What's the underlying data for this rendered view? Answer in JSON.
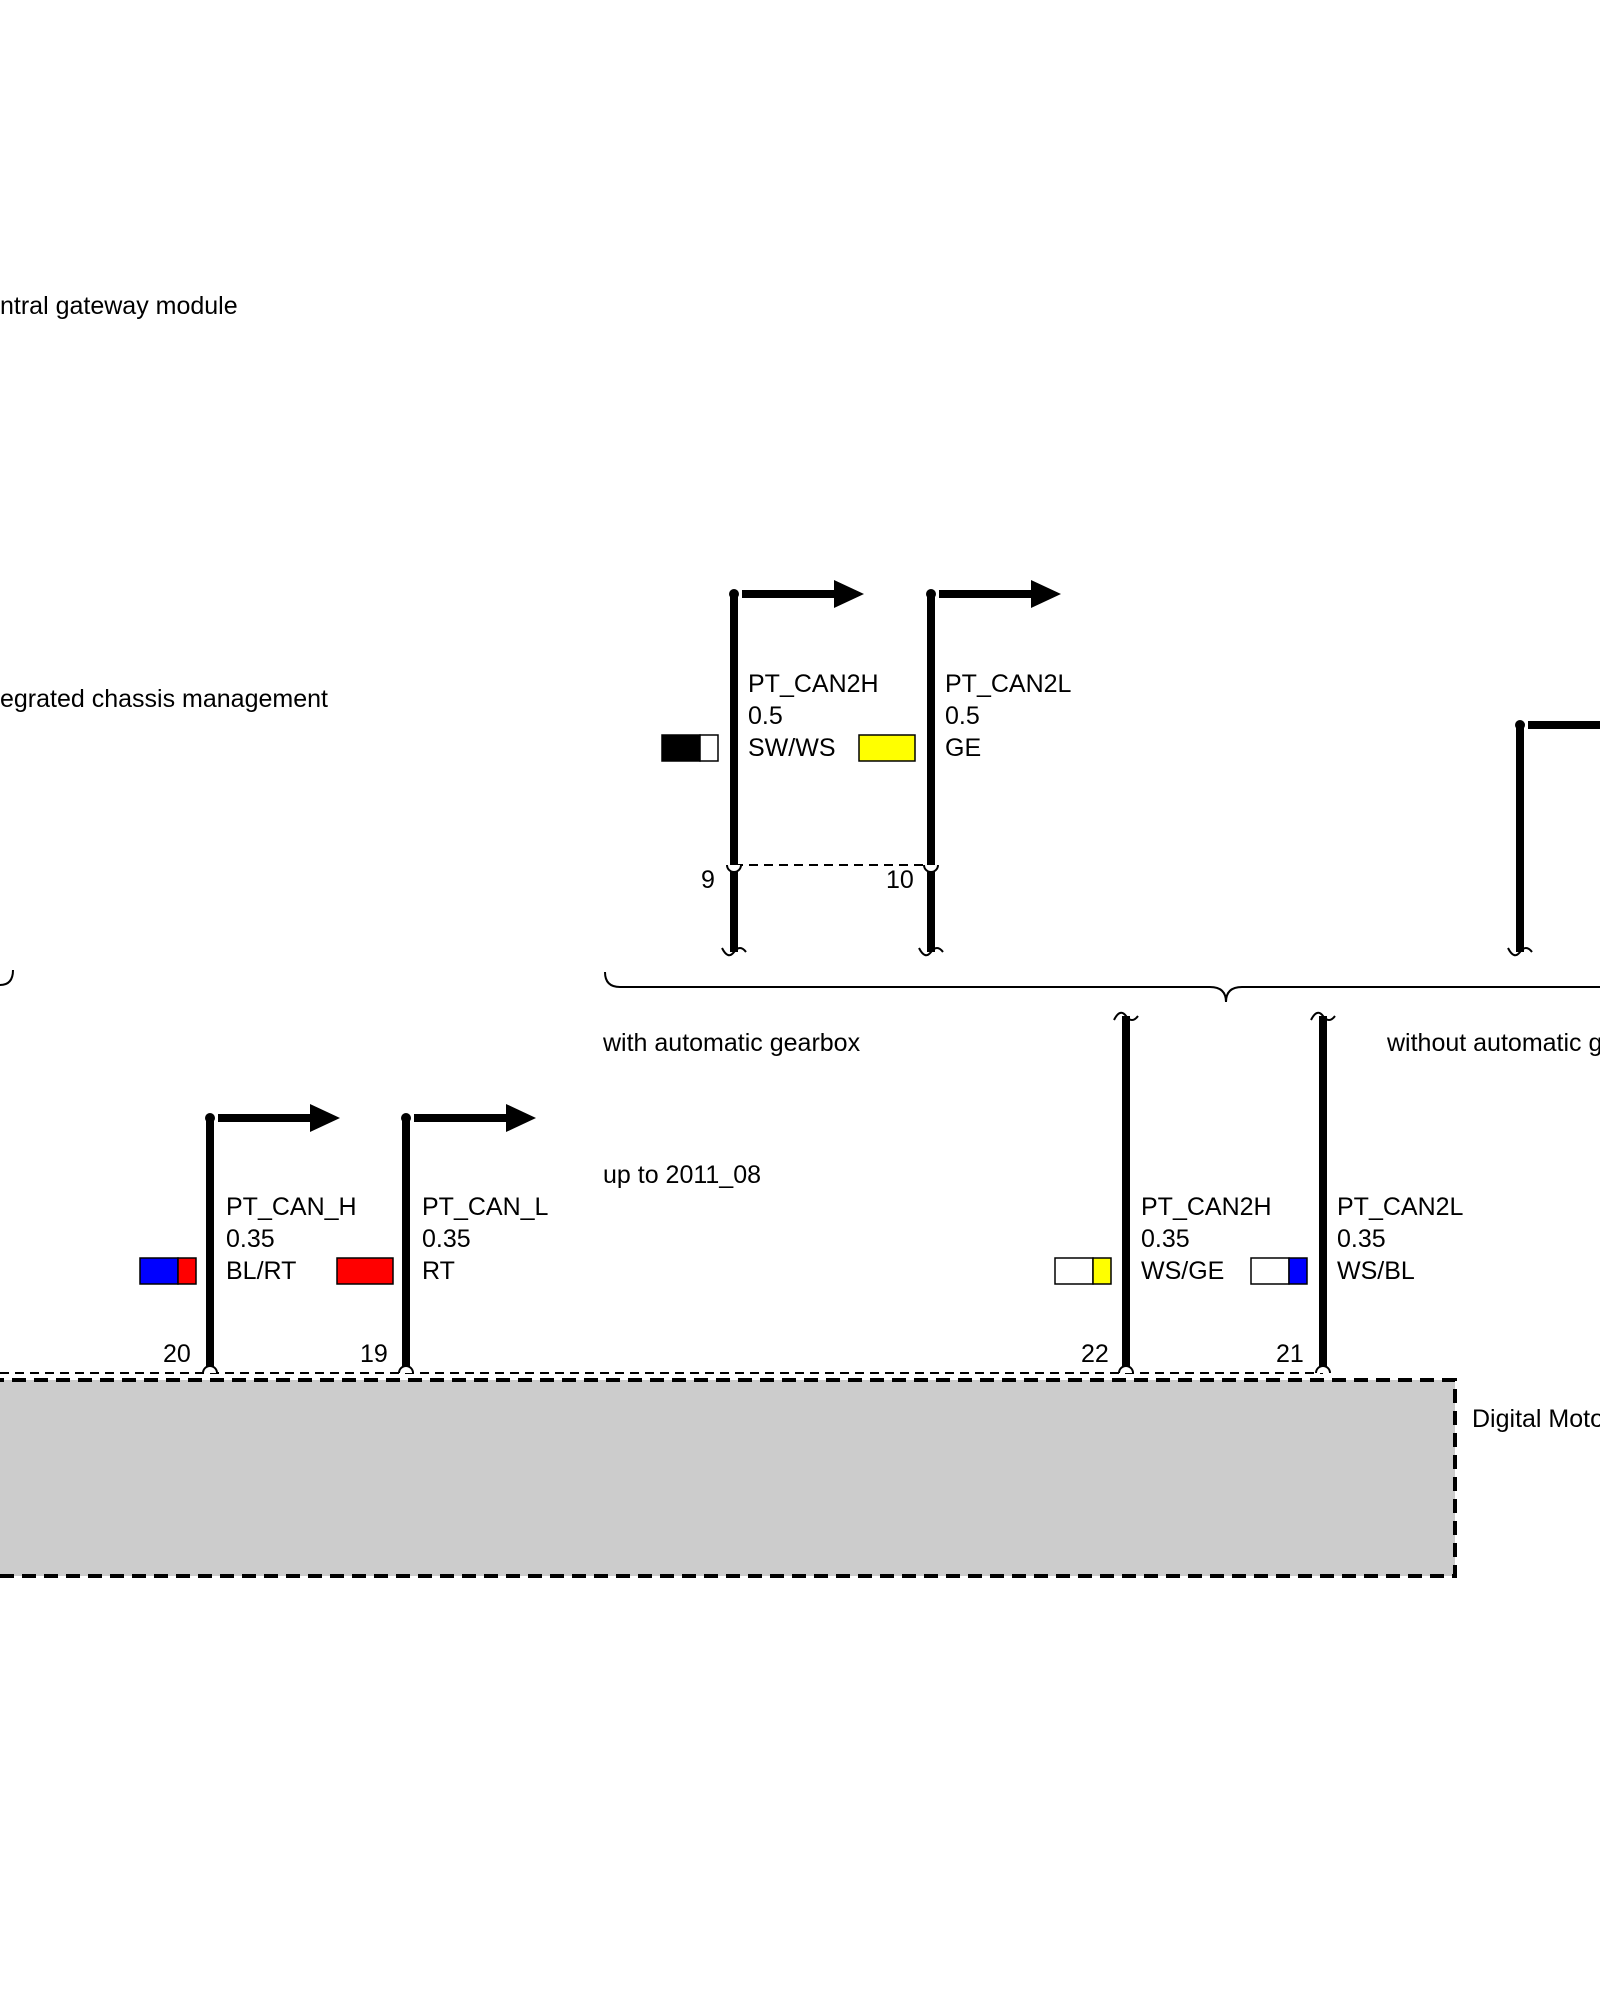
{
  "labels": {
    "central_gateway": "ntral gateway module",
    "integrated_chassis": "egrated chassis management",
    "with_auto": "with automatic gearbox",
    "without_auto": "without automatic g",
    "up_to": "up to 2011_08",
    "dme": "Digital Moto"
  },
  "colors": {
    "SW": "#000000",
    "WS": "#ffffff",
    "GE": "#ffff00",
    "BL": "#0000ff",
    "RT": "#ff0000",
    "module_fill": "#cccccc"
  },
  "wires": [
    {
      "id": "w9",
      "pin": "9",
      "signal": "PT_CAN2H",
      "gauge": "0.5",
      "color": "SW/WS",
      "swatch": [
        "SW",
        "WS"
      ]
    },
    {
      "id": "w10",
      "pin": "10",
      "signal": "PT_CAN2L",
      "gauge": "0.5",
      "color": "GE",
      "swatch": [
        "GE"
      ]
    },
    {
      "id": "w20",
      "pin": "20",
      "signal": "PT_CAN_H",
      "gauge": "0.35",
      "color": "BL/RT",
      "swatch": [
        "BL",
        "RT"
      ]
    },
    {
      "id": "w19",
      "pin": "19",
      "signal": "PT_CAN_L",
      "gauge": "0.35",
      "color": "RT",
      "swatch": [
        "RT"
      ]
    },
    {
      "id": "w22",
      "pin": "22",
      "signal": "PT_CAN2H",
      "gauge": "0.35",
      "color": "WS/GE",
      "swatch": [
        "WS",
        "GE"
      ]
    },
    {
      "id": "w21",
      "pin": "21",
      "signal": "PT_CAN2L",
      "gauge": "0.35",
      "color": "WS/BL",
      "swatch": [
        "WS",
        "BL"
      ]
    }
  ]
}
